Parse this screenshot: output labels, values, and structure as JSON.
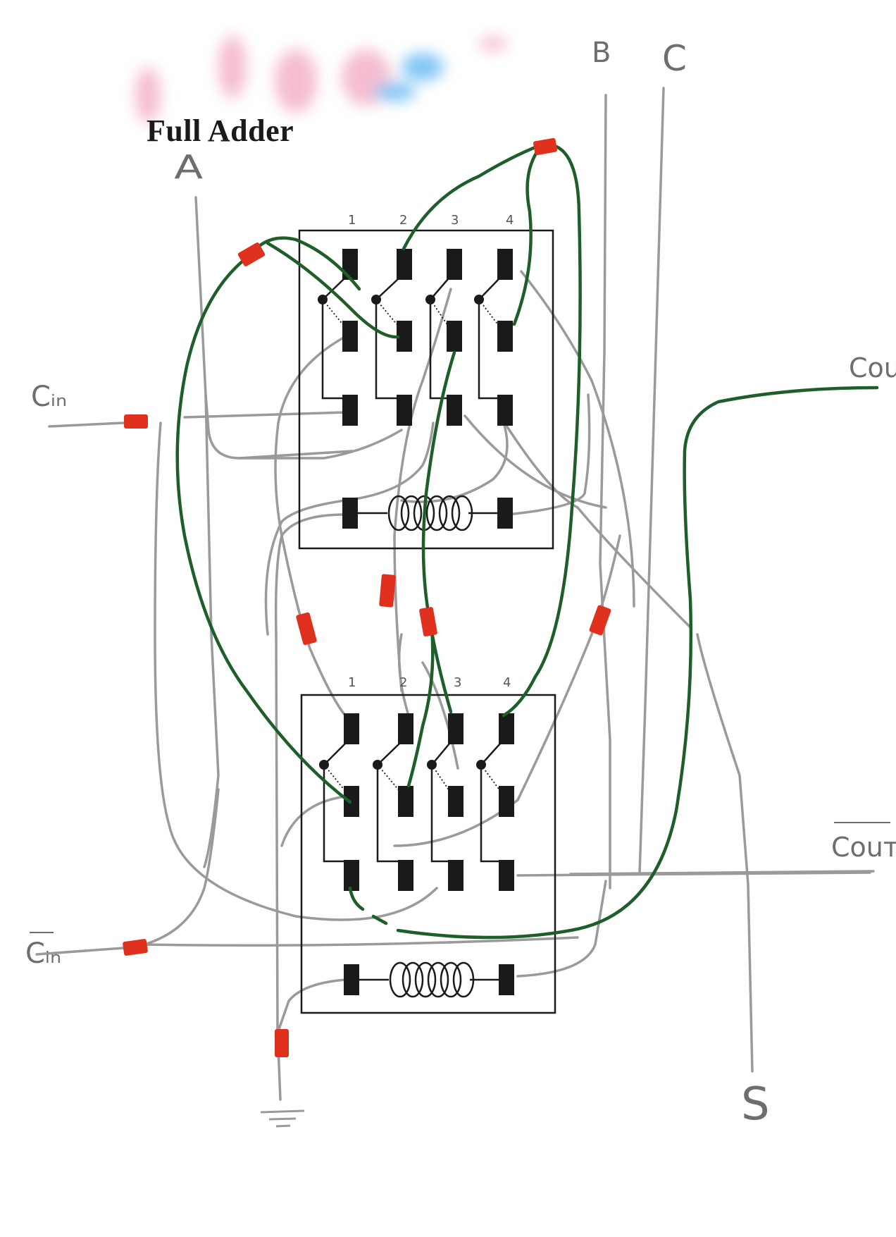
{
  "title": "Full Adder",
  "labels": {
    "a": "A",
    "b": "B",
    "c": "C",
    "cin": "Cᵢₙ",
    "cin_bar": "Cᵢₙ",
    "cout": "Cou",
    "cout_bar": "Couт",
    "s": "S"
  },
  "relay_top_pins": [
    "1",
    "2",
    "3",
    "4"
  ],
  "relay_bottom_pins": [
    "1",
    "2",
    "3",
    "4"
  ],
  "colors": {
    "wire_green": "#1e5e2a",
    "wire_gray": "#9a9a9a",
    "connector_red": "#e0301e",
    "ink": "#1a1a1a",
    "pink_smudge": "#f2a8c0",
    "blue_smudge": "#58b4f0"
  }
}
